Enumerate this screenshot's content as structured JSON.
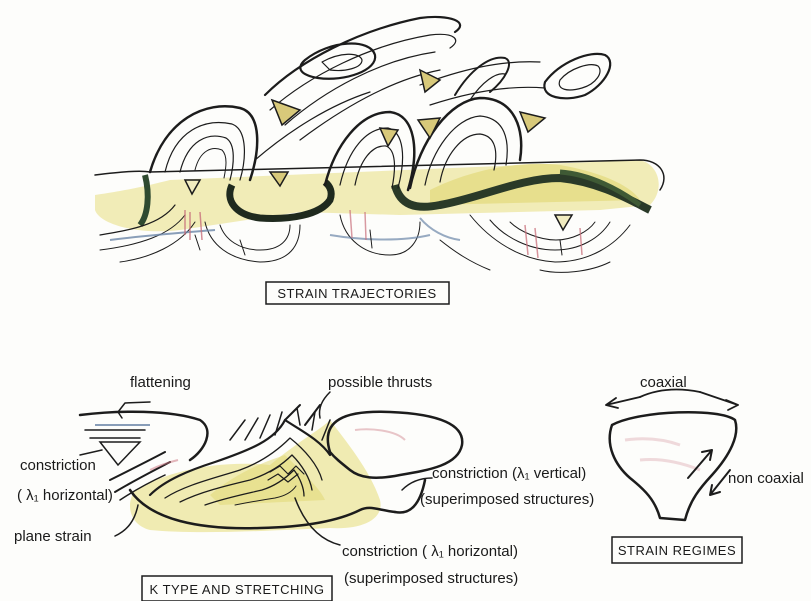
{
  "titles": {
    "strain_trajectories": "STRAIN TRAJECTORIES",
    "k_type": "K TYPE AND STRETCHING",
    "strain_regimes": "STRAIN REGIMES"
  },
  "labels": {
    "flattening": "flattening",
    "possible_thrusts": "possible thrusts",
    "constriction_left": "constriction",
    "lambda_horizontal_left": "( λ₁ horizontal)",
    "plane_strain": "plane strain",
    "constriction_vertical": "constriction (λ₁ vertical)",
    "superimposed_1": "(superimposed structures)",
    "constriction_horizontal": "constriction ( λ₁ horizontal)",
    "superimposed_2": "(superimposed structures)",
    "coaxial": "coaxial",
    "non_coaxial": "non coaxial"
  },
  "colors": {
    "ink": "#1c1c1c",
    "yellow": "#e6e08a",
    "green": "#2f4a30",
    "blue": "#6b86a8",
    "pink": "#c9707c",
    "background": "#fdfdfb"
  }
}
